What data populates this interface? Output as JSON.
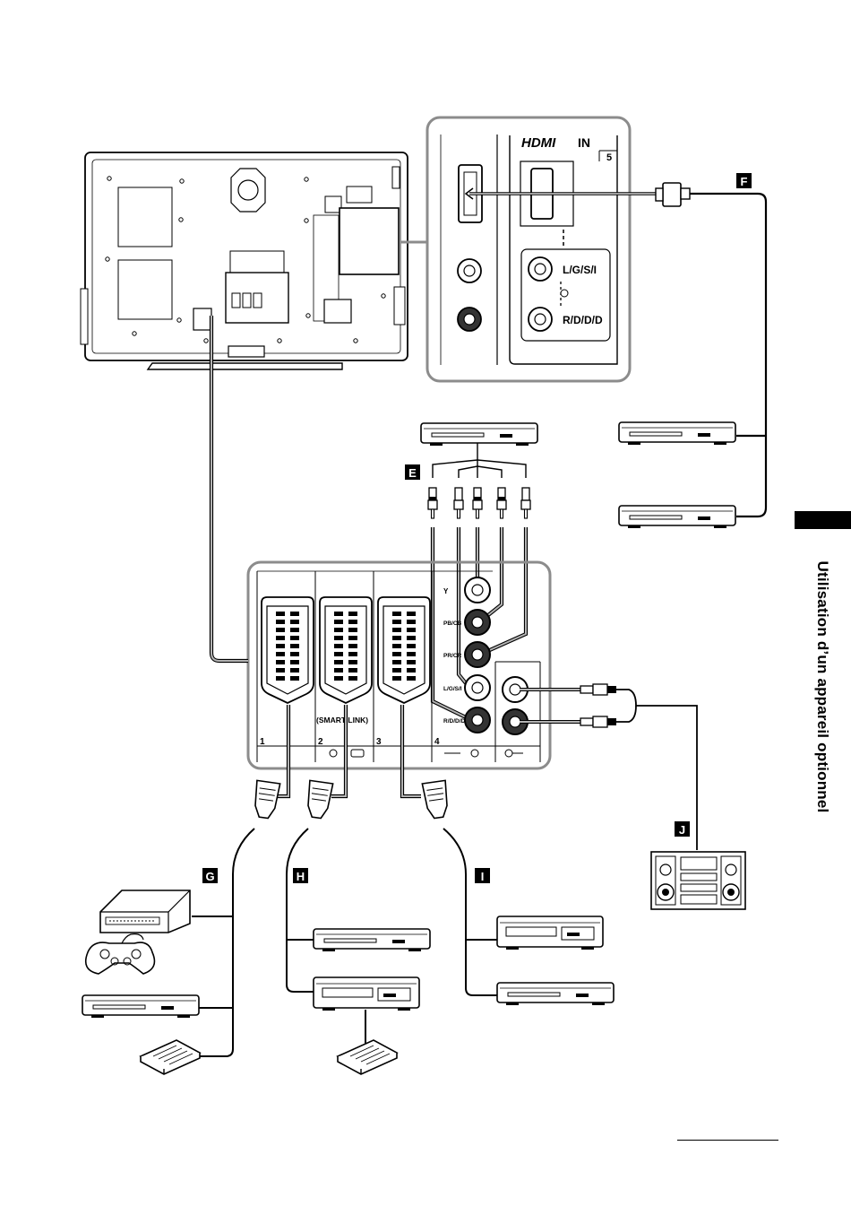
{
  "section_title": "Utilisation d’un appareil optionnel",
  "hdmi_panel": {
    "logo": "HDMI",
    "in_label": "IN",
    "port_number": "5",
    "audio_left": "L/G/S/I",
    "audio_right": "R/D/D/D"
  },
  "callouts": {
    "e": "E",
    "f": "F",
    "g": "G",
    "h": "H",
    "i": "I",
    "j": "J"
  },
  "rear_panel": {
    "scart_numbers": [
      "1",
      "2",
      "3"
    ],
    "smartlink": "(SMART LINK)",
    "component_number": "4",
    "component_labels": {
      "y": "Y",
      "pb": "PB/CB",
      "pr": "PR/CR",
      "l": "L/G/S/I",
      "r": "R/D/D/D"
    }
  },
  "colors": {
    "line": "#000000",
    "cable_gray": "#b3b3b3",
    "panel_gray": "#8c8c8c",
    "jack_dark": "#333333"
  },
  "icons": [
    "tv-rear-icon",
    "dvd-player-icon",
    "vcr-icon",
    "game-console-icon",
    "gamepad-icon",
    "decoder-icon",
    "hifi-system-icon",
    "scart-plug-icon",
    "rca-plug-icon",
    "hdmi-plug-icon"
  ]
}
